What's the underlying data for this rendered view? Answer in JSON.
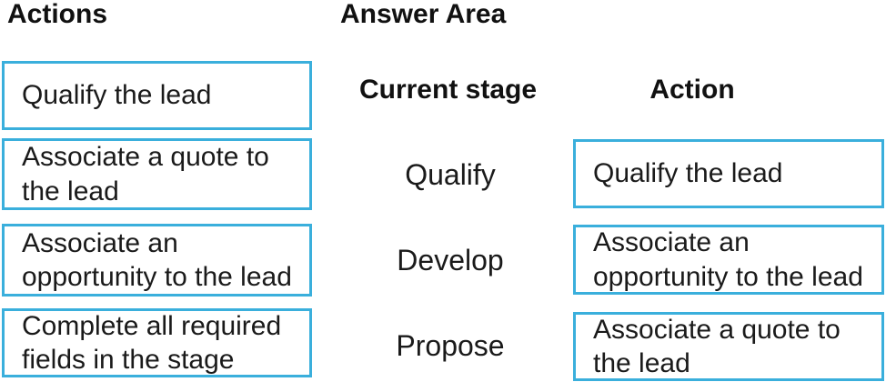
{
  "page": {
    "background": "#ffffff",
    "accent_border": "#3aafdc",
    "text_color": "#1a1a1a"
  },
  "actions_panel": {
    "title": "Actions",
    "items": [
      {
        "label": "Qualify the lead"
      },
      {
        "label": "Associate a quote to the lead"
      },
      {
        "label": "Associate an opportunity to the lead"
      },
      {
        "label": "Complete all required fields in the stage"
      }
    ]
  },
  "answer_area": {
    "title": "Answer Area",
    "columns": {
      "stage": "Current stage",
      "action": "Action"
    },
    "rows": [
      {
        "stage": "Qualify",
        "action": "Qualify the lead"
      },
      {
        "stage": "Develop",
        "action": "Associate an opportunity to the lead"
      },
      {
        "stage": "Propose",
        "action": "Associate a quote to the lead"
      }
    ]
  }
}
